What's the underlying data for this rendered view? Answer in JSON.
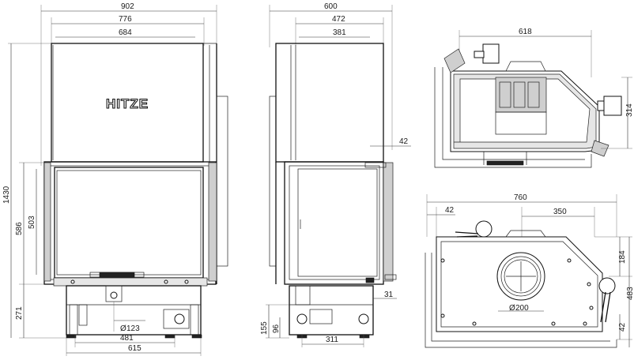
{
  "brand": {
    "logo_text": "HITZE"
  },
  "front_view": {
    "dims": {
      "w_total": "902",
      "w_frame": "776",
      "w_glass": "684",
      "h_total": "1430",
      "h_door": "586",
      "h_glass": "503",
      "h_base": "271",
      "duct": "123",
      "leg_span": "481",
      "base_width": "615"
    }
  },
  "side_view": {
    "dims": {
      "depth_total": "600",
      "depth_body": "472",
      "depth_door": "381",
      "offset_top": "42",
      "offset_side": "31",
      "h_leg": "155",
      "h_foot": "96",
      "leg_span": "311"
    }
  },
  "top_view": {
    "dims": {
      "width": "618",
      "depth": "314"
    }
  },
  "plan_view": {
    "dims": {
      "width": "760",
      "offset_left": "42",
      "center_offset": "350",
      "flue": "200",
      "h_right_top": "184",
      "h_right": "483",
      "h_bottom": "42"
    }
  }
}
